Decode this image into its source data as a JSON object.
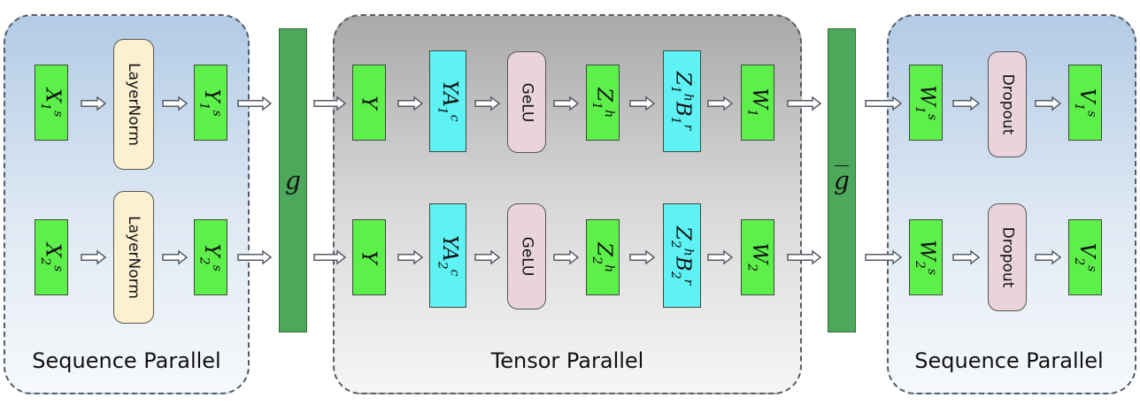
{
  "regions": {
    "left": {
      "label": "Sequence Parallel"
    },
    "middle": {
      "label": "Tensor Parallel"
    },
    "right": {
      "label": "Sequence Parallel"
    }
  },
  "ops": {
    "g": "g",
    "gbar": "g",
    "layernorm": "LayerNorm",
    "gelu": "GeLU",
    "dropout": "Dropout"
  },
  "tensors": {
    "row1": {
      "X": {
        "base": "X",
        "sub": "1",
        "sup": "s"
      },
      "Y": {
        "base": "Y",
        "sub": "1",
        "sup": "s"
      },
      "Yfull": {
        "base": "Y"
      },
      "YA": {
        "base": "YA",
        "sub": "1",
        "sup": "c"
      },
      "Z": {
        "base": "Z",
        "sub": "1",
        "sup": "h"
      },
      "ZB": {
        "base1": "Z",
        "sub1": "1",
        "sup1": "h",
        "base2": "B",
        "sub2": "1",
        "sup2": "r"
      },
      "W": {
        "base": "W",
        "sub": "1"
      },
      "Ws": {
        "base": "W",
        "sub": "1",
        "sup": "s"
      },
      "V": {
        "base": "V",
        "sub": "1",
        "sup": "s"
      }
    },
    "row2": {
      "X": {
        "base": "X",
        "sub": "2",
        "sup": "s"
      },
      "Y": {
        "base": "Y",
        "sub": "2",
        "sup": "s"
      },
      "Yfull": {
        "base": "Y"
      },
      "YA": {
        "base": "YA",
        "sub": "2",
        "sup": "c"
      },
      "Z": {
        "base": "Z",
        "sub": "2",
        "sup": "h"
      },
      "ZB": {
        "base1": "Z",
        "sub1": "2",
        "sup1": "h",
        "base2": "B",
        "sub2": "2",
        "sup2": "r"
      },
      "W": {
        "base": "W",
        "sub": "2"
      },
      "Ws": {
        "base": "W",
        "sub": "2",
        "sup": "s"
      },
      "V": {
        "base": "V",
        "sub": "2",
        "sup": "s"
      }
    }
  },
  "colors": {
    "tensor": "#5df04b",
    "matmul": "#5ff2f4",
    "layernorm": "#fdf0d0",
    "activation": "#e9d4dc",
    "comm_bar": "#4ea85b"
  }
}
